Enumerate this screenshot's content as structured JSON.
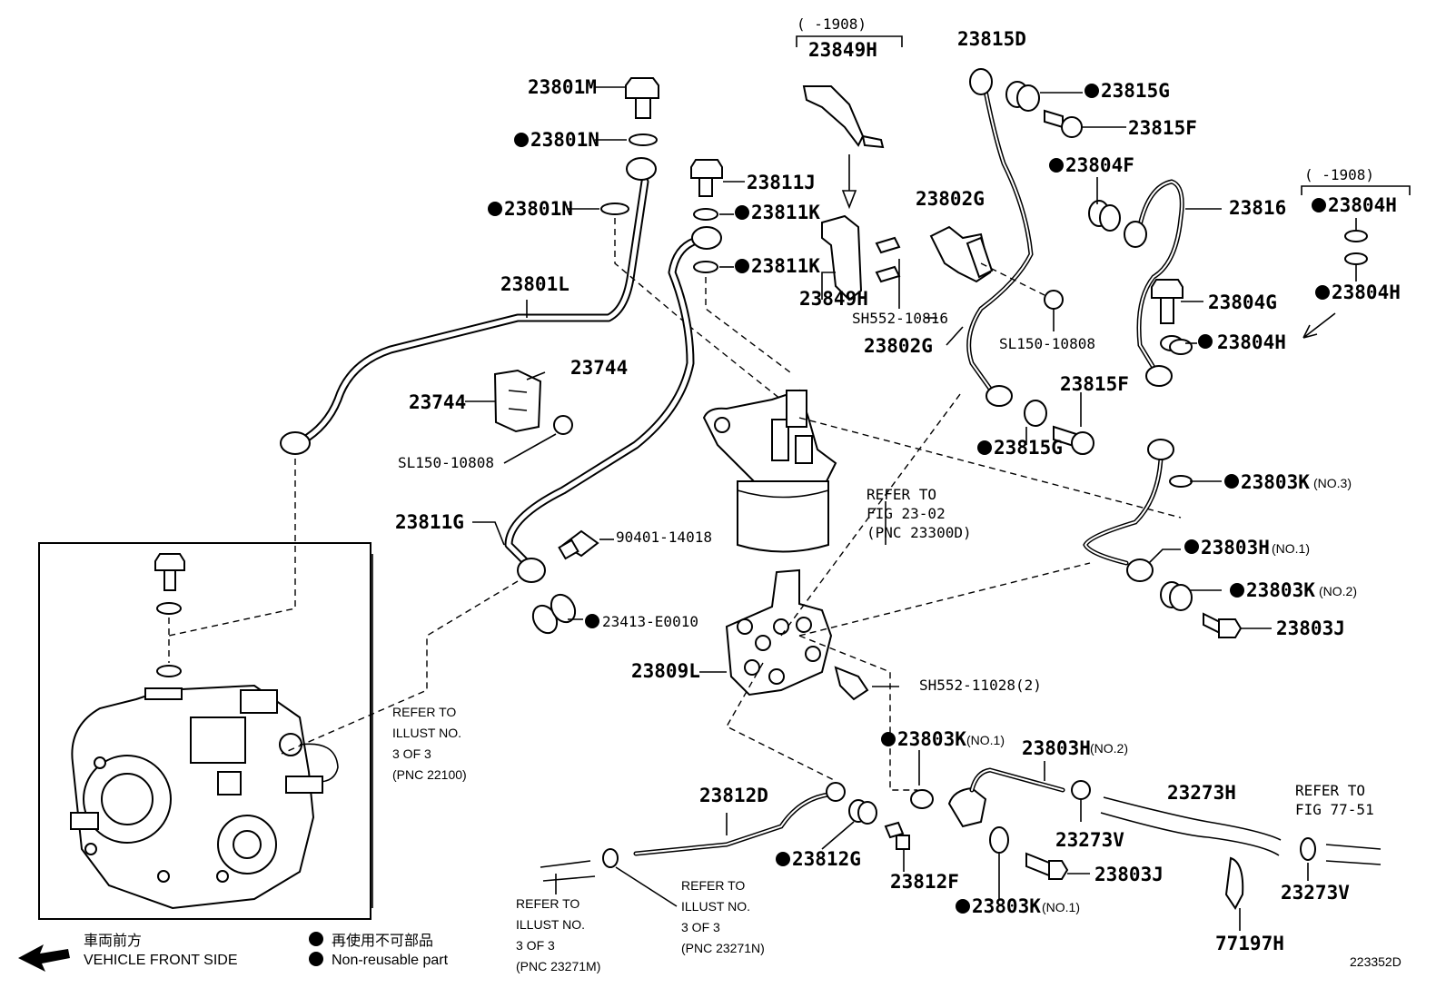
{
  "labels": {
    "l_23801M": "23801M",
    "l_23801N_a": "23801N",
    "l_23801N_b": "23801N",
    "l_23801L": "23801L",
    "l_23811J": "23811J",
    "l_23811K_a": "23811K",
    "l_23811K_b": "23811K",
    "l_23849H_bracket": "(    -1908)",
    "l_23849H_a": "23849H",
    "l_23849H_b": "23849H",
    "l_SH552_10816": "SH552-10816",
    "l_23815D": "23815D",
    "l_23815G_a": "23815G",
    "l_23815F_a": "23815F",
    "l_23804F": "23804F",
    "l_23816": "23816",
    "l_23804H_bracket": "(    -1908)",
    "l_23804H_a": "23804H",
    "l_23804H_b": "23804H",
    "l_23804G": "23804G",
    "l_23804H_c": "23804H",
    "l_23802G_a": "23802G",
    "l_23802G_b": "23802G",
    "l_SL150_10808_a": "SL150-10808",
    "l_23815F_b": "23815F",
    "l_23815G_b": "23815G",
    "l_23744_a": "23744",
    "l_23744_b": "23744",
    "l_SL150_10808_b": "SL150-10808",
    "l_23811G": "23811G",
    "l_90401": "90401-14018",
    "l_23413": "23413-E0010",
    "l_23809L": "23809L",
    "l_SH552_11028": "SH552-11028(2)",
    "l_23803K_no3": "23803K",
    "l_23803H_no1": "23803H",
    "l_23803K_no2": "23803K",
    "l_23803J_a": "23803J",
    "l_23803K_no1a": "23803K",
    "l_23803H_no2": "23803H",
    "l_23273H": "23273H",
    "l_23273V_a": "23273V",
    "l_23812D": "23812D",
    "l_23812G": "23812G",
    "l_23812F": "23812F",
    "l_23803J_b": "23803J",
    "l_23803K_no1b": "23803K",
    "l_77197H": "77197H",
    "l_23273V_b": "23273V",
    "s_no3": "(NO.3)",
    "s_no1a": "(NO.1)",
    "s_no2a": "(NO.2)",
    "s_no1b": "(NO.1)",
    "s_no2b": "(NO.2)",
    "s_no1c": "(NO.1)"
  },
  "refs": {
    "fig2302": [
      "REFER TO",
      "FIG 23-02",
      "(PNC 23300D)"
    ],
    "fig7751": [
      "REFER TO",
      "FIG 77-51"
    ],
    "illust22100": [
      "REFER TO",
      "ILLUST NO.",
      "3 OF 3",
      "(PNC 22100)"
    ],
    "illust23271M": [
      "REFER TO",
      "ILLUST NO.",
      "3 OF 3",
      "(PNC 23271M)"
    ],
    "illust23271N": [
      "REFER TO",
      "ILLUST NO.",
      "3 OF 3",
      "(PNC 23271N)"
    ]
  },
  "legend": {
    "front_jp": "車両前方",
    "front_en": "VEHICLE FRONT SIDE",
    "nonreuse_jp": "再使用不可部品",
    "nonreuse_en": "Non-reusable part"
  },
  "diagram_id": "223352D"
}
